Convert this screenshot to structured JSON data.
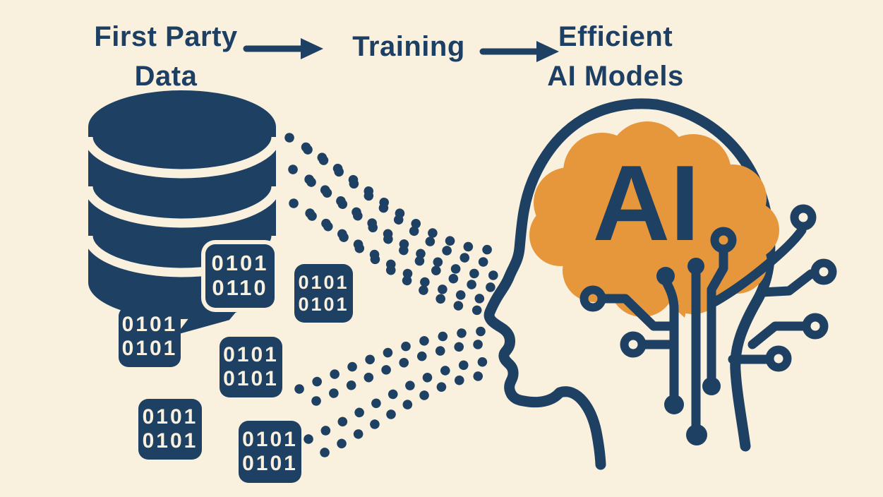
{
  "title_flow": {
    "source": {
      "line1": "First Party",
      "line2": "Data"
    },
    "process": {
      "label": "Training"
    },
    "result": {
      "line1": "Efficient",
      "line2": "AI Models"
    }
  },
  "head": {
    "brain_label": "AI"
  },
  "chips": [
    {
      "line1": "0101",
      "line2": "0110"
    },
    {
      "line1": "0101",
      "line2": "0101"
    },
    {
      "line1": "0101",
      "line2": "0101"
    },
    {
      "line1": "0101",
      "line2": "0101"
    },
    {
      "line1": "0101",
      "line2": "0101"
    },
    {
      "line1": "0101",
      "line2": "0101"
    }
  ],
  "palette": {
    "background": "#faf0de",
    "ink_navy": "#1d4063",
    "brain_orange": "#e6973c"
  },
  "icons": [
    "database-icon",
    "binary-chip-icon",
    "data-stream-dots-icon",
    "arrow-right-icon",
    "head-profile-icon",
    "brain-icon",
    "circuit-nodes-icon"
  ]
}
